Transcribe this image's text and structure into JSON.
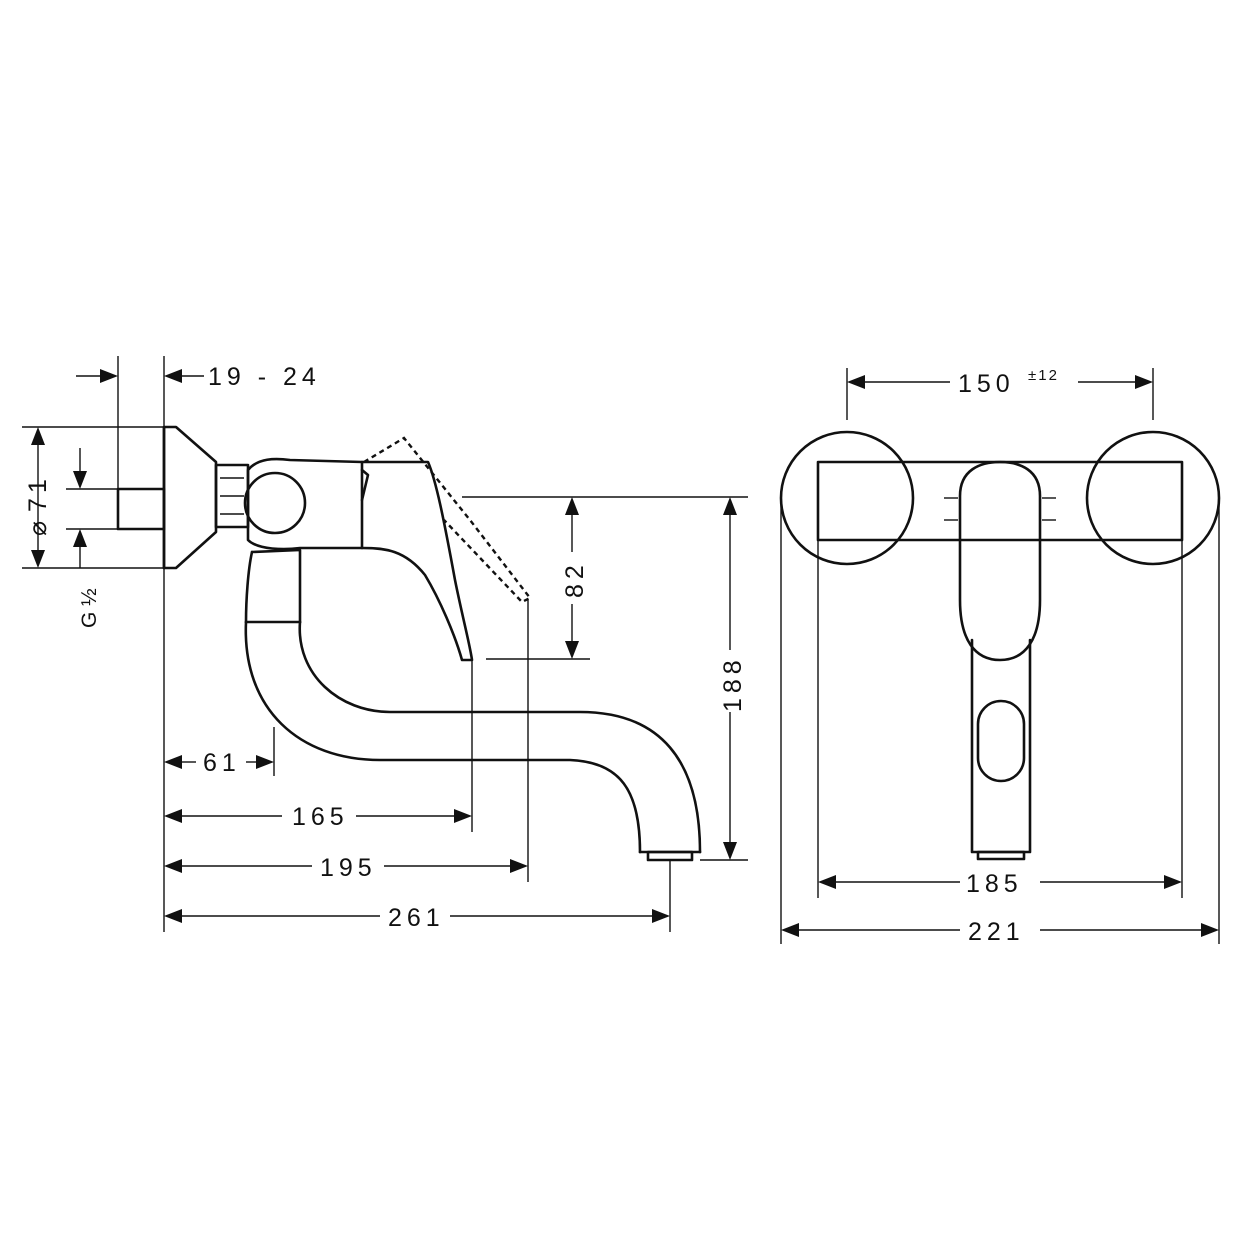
{
  "side_view": {
    "wall_gap": "19 - 24",
    "flange_diameter": "71",
    "diameter_symbol": "⌀",
    "thread": "G ½",
    "lever_height": "82",
    "total_height": "188",
    "dim_61": "61",
    "dim_165": "165",
    "dim_195": "195",
    "dim_261": "261"
  },
  "front_view": {
    "centers": "150",
    "centers_tolerance": "±12",
    "body_width": "185",
    "total_width": "221"
  }
}
